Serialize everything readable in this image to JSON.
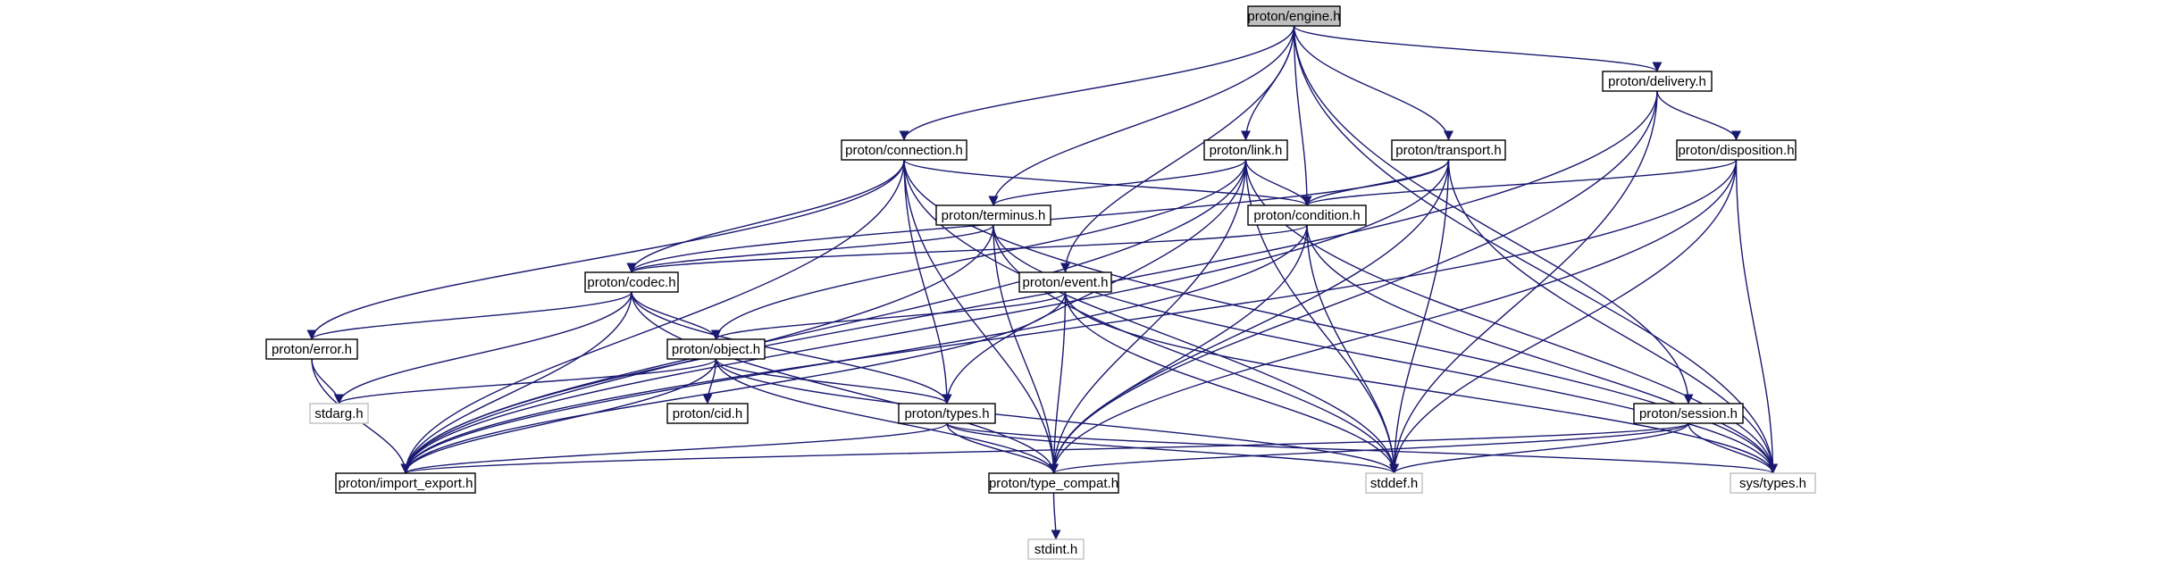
{
  "graph": {
    "colors": {
      "edge": "#191970",
      "arrow": "#191970",
      "node_border": "#000000",
      "system_node_border": "#bfbfbf",
      "root_fill": "#bfbfbf",
      "node_fill": "#ffffff",
      "label": "#000000"
    },
    "nodes": [
      {
        "id": "engine",
        "label": "proton/engine.h",
        "role": "root"
      },
      {
        "id": "delivery",
        "label": "proton/delivery.h",
        "role": "project"
      },
      {
        "id": "connection",
        "label": "proton/connection.h",
        "role": "project"
      },
      {
        "id": "link",
        "label": "proton/link.h",
        "role": "project"
      },
      {
        "id": "transport",
        "label": "proton/transport.h",
        "role": "project"
      },
      {
        "id": "disposition",
        "label": "proton/disposition.h",
        "role": "project"
      },
      {
        "id": "terminus",
        "label": "proton/terminus.h",
        "role": "project"
      },
      {
        "id": "condition",
        "label": "proton/condition.h",
        "role": "project"
      },
      {
        "id": "codec",
        "label": "proton/codec.h",
        "role": "project"
      },
      {
        "id": "event",
        "label": "proton/event.h",
        "role": "project"
      },
      {
        "id": "error",
        "label": "proton/error.h",
        "role": "project"
      },
      {
        "id": "object",
        "label": "proton/object.h",
        "role": "project"
      },
      {
        "id": "stdarg",
        "label": "stdarg.h",
        "role": "system"
      },
      {
        "id": "cid",
        "label": "proton/cid.h",
        "role": "project"
      },
      {
        "id": "types",
        "label": "proton/types.h",
        "role": "project"
      },
      {
        "id": "session",
        "label": "proton/session.h",
        "role": "project"
      },
      {
        "id": "import_export",
        "label": "proton/import_export.h",
        "role": "project"
      },
      {
        "id": "type_compat",
        "label": "proton/type_compat.h",
        "role": "project"
      },
      {
        "id": "stddef",
        "label": "stddef.h",
        "role": "system"
      },
      {
        "id": "systypes",
        "label": "sys/types.h",
        "role": "system"
      },
      {
        "id": "stdint",
        "label": "stdint.h",
        "role": "system"
      }
    ],
    "edges": [
      [
        "engine",
        "delivery"
      ],
      [
        "engine",
        "connection"
      ],
      [
        "engine",
        "link"
      ],
      [
        "engine",
        "transport"
      ],
      [
        "engine",
        "terminus"
      ],
      [
        "engine",
        "condition"
      ],
      [
        "engine",
        "event"
      ],
      [
        "engine",
        "session"
      ],
      [
        "engine",
        "systypes"
      ],
      [
        "delivery",
        "disposition"
      ],
      [
        "delivery",
        "import_export"
      ],
      [
        "delivery",
        "type_compat"
      ],
      [
        "delivery",
        "stddef"
      ],
      [
        "connection",
        "condition"
      ],
      [
        "connection",
        "codec"
      ],
      [
        "connection",
        "error"
      ],
      [
        "connection",
        "types"
      ],
      [
        "connection",
        "import_export"
      ],
      [
        "connection",
        "type_compat"
      ],
      [
        "connection",
        "stddef"
      ],
      [
        "connection",
        "systypes"
      ],
      [
        "link",
        "terminus"
      ],
      [
        "link",
        "condition"
      ],
      [
        "link",
        "object"
      ],
      [
        "link",
        "types"
      ],
      [
        "link",
        "import_export"
      ],
      [
        "link",
        "type_compat"
      ],
      [
        "link",
        "stddef"
      ],
      [
        "link",
        "systypes"
      ],
      [
        "transport",
        "condition"
      ],
      [
        "transport",
        "codec"
      ],
      [
        "transport",
        "import_export"
      ],
      [
        "transport",
        "type_compat"
      ],
      [
        "transport",
        "stddef"
      ],
      [
        "transport",
        "systypes"
      ],
      [
        "disposition",
        "condition"
      ],
      [
        "disposition",
        "import_export"
      ],
      [
        "disposition",
        "type_compat"
      ],
      [
        "disposition",
        "stddef"
      ],
      [
        "disposition",
        "systypes"
      ],
      [
        "terminus",
        "codec"
      ],
      [
        "terminus",
        "import_export"
      ],
      [
        "terminus",
        "type_compat"
      ],
      [
        "terminus",
        "stddef"
      ],
      [
        "terminus",
        "systypes"
      ],
      [
        "condition",
        "codec"
      ],
      [
        "condition",
        "import_export"
      ],
      [
        "condition",
        "type_compat"
      ],
      [
        "condition",
        "stddef"
      ],
      [
        "condition",
        "systypes"
      ],
      [
        "codec",
        "error"
      ],
      [
        "codec",
        "object"
      ],
      [
        "codec",
        "types"
      ],
      [
        "codec",
        "import_export"
      ],
      [
        "codec",
        "type_compat"
      ],
      [
        "codec",
        "stdarg"
      ],
      [
        "event",
        "object"
      ],
      [
        "event",
        "import_export"
      ],
      [
        "event",
        "type_compat"
      ],
      [
        "event",
        "stddef"
      ],
      [
        "event",
        "systypes"
      ],
      [
        "error",
        "stdarg"
      ],
      [
        "error",
        "import_export"
      ],
      [
        "object",
        "stdarg"
      ],
      [
        "object",
        "cid"
      ],
      [
        "object",
        "types"
      ],
      [
        "object",
        "import_export"
      ],
      [
        "object",
        "type_compat"
      ],
      [
        "object",
        "stddef"
      ],
      [
        "types",
        "import_export"
      ],
      [
        "types",
        "type_compat"
      ],
      [
        "types",
        "stddef"
      ],
      [
        "types",
        "systypes"
      ],
      [
        "session",
        "import_export"
      ],
      [
        "session",
        "type_compat"
      ],
      [
        "session",
        "stddef"
      ],
      [
        "session",
        "systypes"
      ],
      [
        "type_compat",
        "stdint"
      ]
    ]
  }
}
